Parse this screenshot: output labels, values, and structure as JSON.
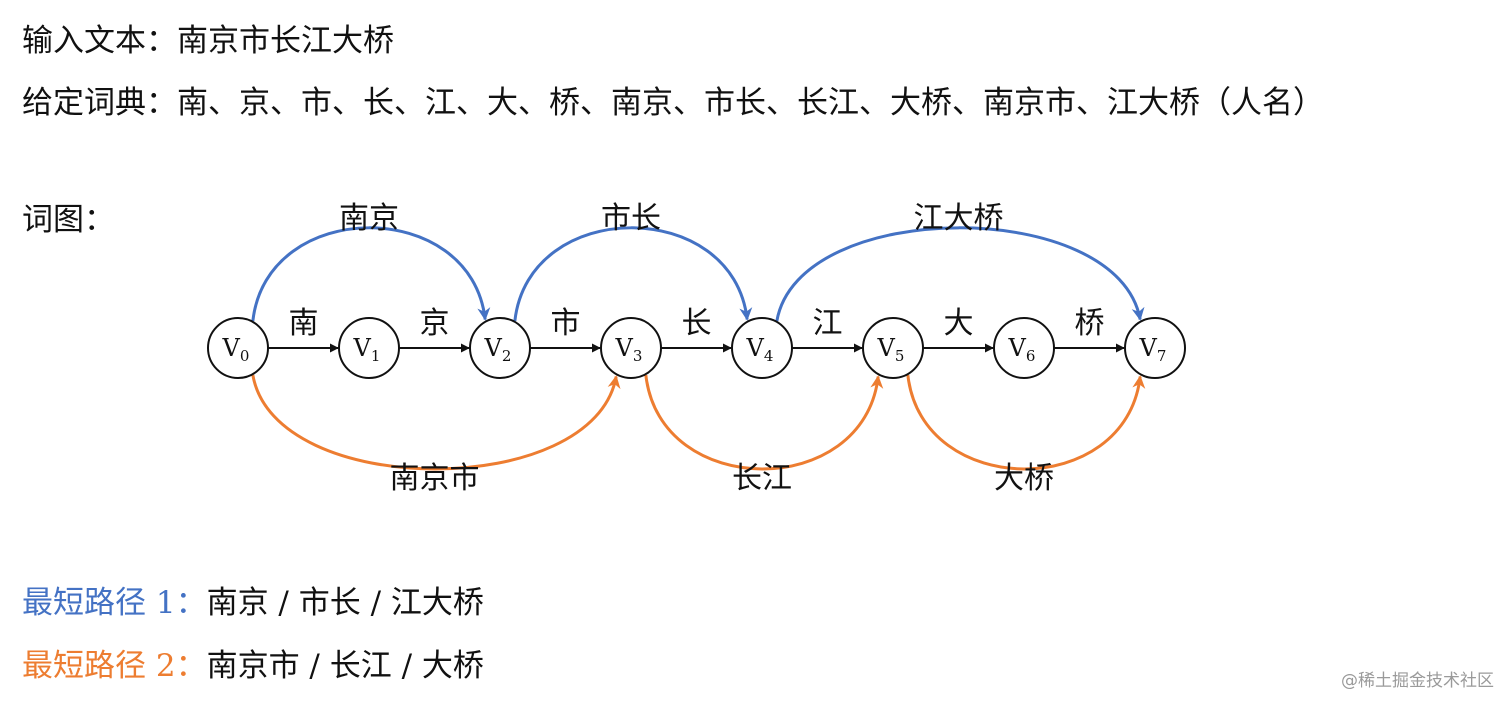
{
  "input_line": {
    "label": "输入文本：",
    "value": "南京市长江大桥"
  },
  "dict_line": {
    "label": "给定词典：",
    "value": "南、京、市、长、江、大、桥、南京、市长、长江、大桥、南京市、江大桥（人名）"
  },
  "graph_label": "词图：",
  "nodes": [
    {
      "id": "v0",
      "text": "V",
      "sub": "0"
    },
    {
      "id": "v1",
      "text": "V",
      "sub": "1"
    },
    {
      "id": "v2",
      "text": "V",
      "sub": "2"
    },
    {
      "id": "v3",
      "text": "V",
      "sub": "3"
    },
    {
      "id": "v4",
      "text": "V",
      "sub": "4"
    },
    {
      "id": "v5",
      "text": "V",
      "sub": "5"
    },
    {
      "id": "v6",
      "text": "V",
      "sub": "6"
    },
    {
      "id": "v7",
      "text": "V",
      "sub": "7"
    }
  ],
  "chain_edges": [
    {
      "from": 0,
      "to": 1,
      "label": "南"
    },
    {
      "from": 1,
      "to": 2,
      "label": "京"
    },
    {
      "from": 2,
      "to": 3,
      "label": "市"
    },
    {
      "from": 3,
      "to": 4,
      "label": "长"
    },
    {
      "from": 4,
      "to": 5,
      "label": "江"
    },
    {
      "from": 5,
      "to": 6,
      "label": "大"
    },
    {
      "from": 6,
      "to": 7,
      "label": "桥"
    }
  ],
  "upper_arcs": [
    {
      "from": 0,
      "to": 2,
      "label": "南京"
    },
    {
      "from": 2,
      "to": 4,
      "label": "市长"
    },
    {
      "from": 4,
      "to": 7,
      "label": "江大桥"
    }
  ],
  "lower_arcs": [
    {
      "from": 0,
      "to": 3,
      "label": "南京市"
    },
    {
      "from": 3,
      "to": 5,
      "label": "长江"
    },
    {
      "from": 5,
      "to": 7,
      "label": "大桥"
    }
  ],
  "colors": {
    "path1": "#4472C4",
    "path2": "#ED7D31",
    "ink": "#111111"
  },
  "path1": {
    "label": "最短路径 1",
    "sep": "：",
    "value": "南京 / 市长 / 江大桥"
  },
  "path2": {
    "label": "最短路径 2",
    "sep": "：",
    "value": "南京市 / 长江 / 大桥"
  },
  "watermark": "@稀土掘金技术社区"
}
